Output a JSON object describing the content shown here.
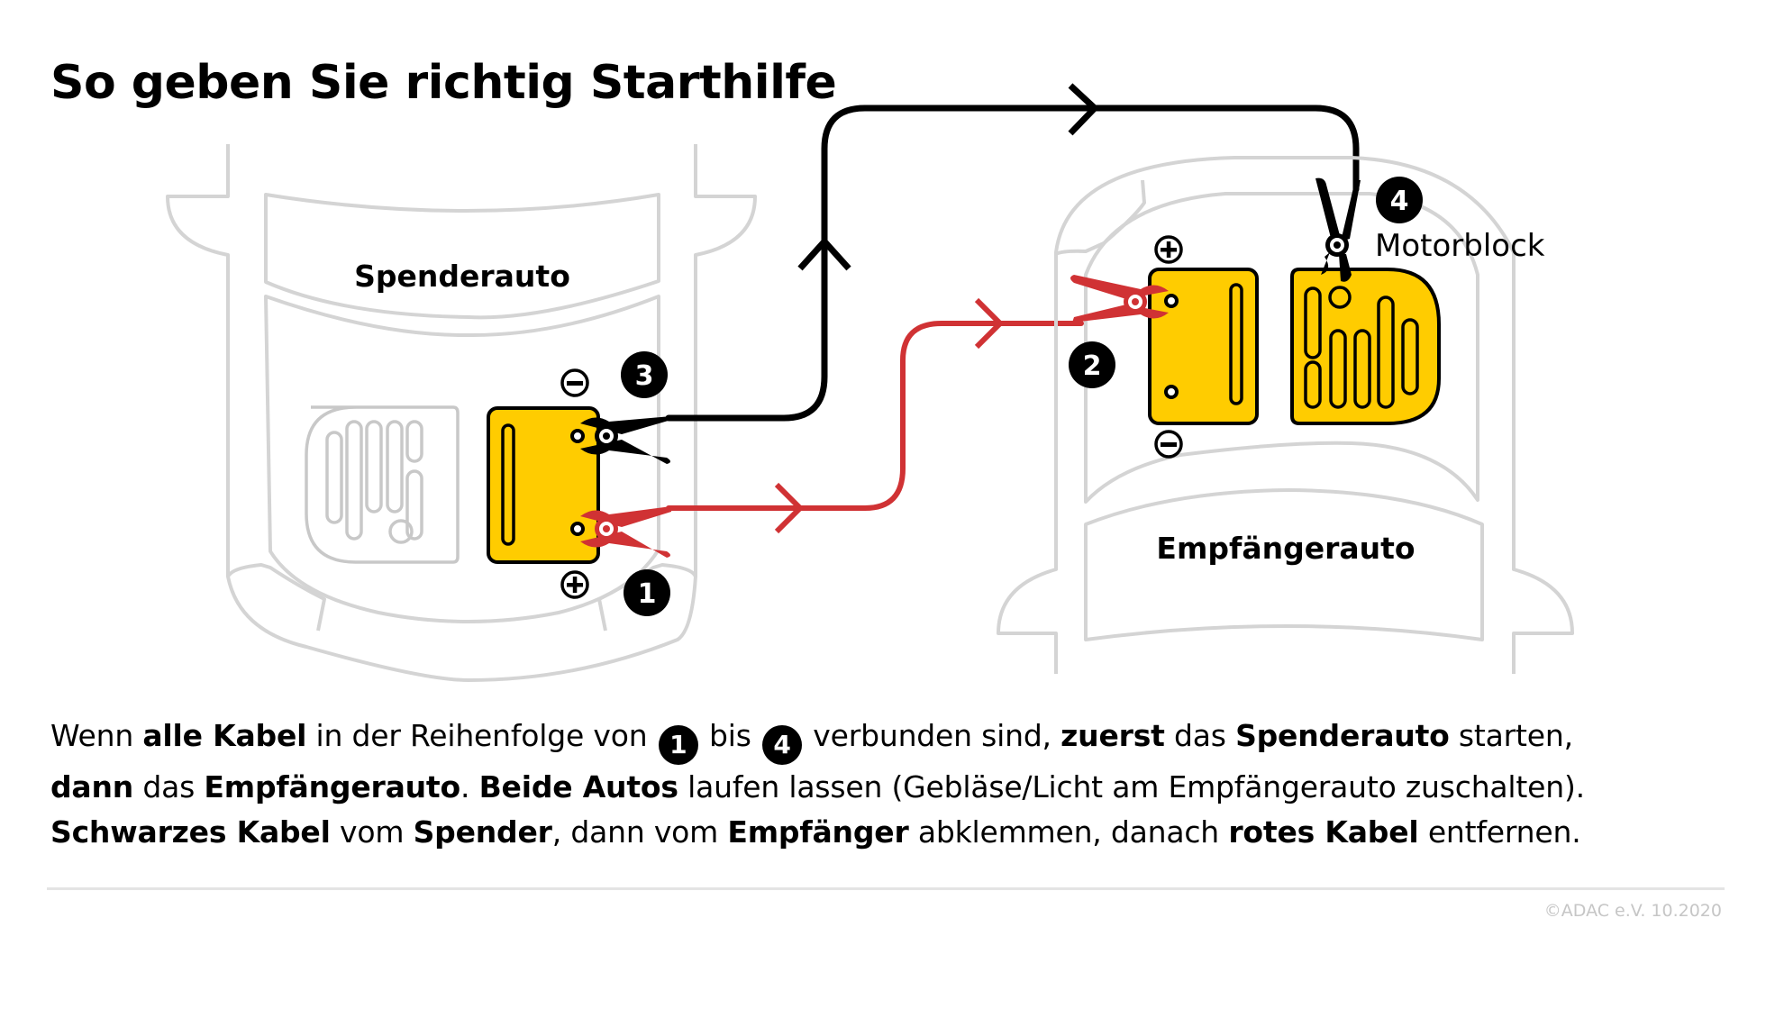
{
  "title": "So geben Sie richtig Starthilfe",
  "colors": {
    "battery_yellow": "#FFCC00",
    "cable_red": "#D03234",
    "cable_black": "#000000",
    "car_outline_gray": "#D4D4D4",
    "text": "#000000",
    "footer_gray": "#C6C6C6"
  },
  "diagram": {
    "donor_car": {
      "label": "Spenderauto",
      "minus_symbol": "⊖",
      "plus_symbol": "⊕"
    },
    "recipient_car": {
      "label": "Empfängerauto",
      "minus_symbol": "⊖",
      "plus_symbol": "⊕",
      "engine_block_label": "Motorblock"
    },
    "steps": [
      {
        "number": "1",
        "description": "Red cable to donor + terminal"
      },
      {
        "number": "2",
        "description": "Red cable to recipient + terminal"
      },
      {
        "number": "3",
        "description": "Black cable to donor − terminal"
      },
      {
        "number": "4",
        "description": "Black cable to recipient engine block"
      }
    ],
    "cables": [
      {
        "name": "red-cable",
        "color": "#D03234"
      },
      {
        "name": "black-cable",
        "color": "#000000"
      }
    ]
  },
  "instructions": {
    "line1": [
      {
        "t": "Wenn ",
        "b": false
      },
      {
        "t": "alle Kabel",
        "b": true
      },
      {
        "t": " in der Reihenfolge von ",
        "b": false
      },
      {
        "num": "1"
      },
      {
        "t": " bis ",
        "b": false
      },
      {
        "num": "4"
      },
      {
        "t": " verbunden sind, ",
        "b": false
      },
      {
        "t": "zuerst",
        "b": true
      },
      {
        "t": " das ",
        "b": false
      },
      {
        "t": "Spenderauto",
        "b": true
      },
      {
        "t": " starten,",
        "b": false
      }
    ],
    "line2": [
      {
        "t": "dann",
        "b": true
      },
      {
        "t": " das ",
        "b": false
      },
      {
        "t": "Empfängerauto",
        "b": true
      },
      {
        "t": ". ",
        "b": false
      },
      {
        "t": "Beide Autos",
        "b": true
      },
      {
        "t": " laufen lassen (Gebläse/Licht am Empfängerauto zuschalten).",
        "b": false
      }
    ],
    "line3": [
      {
        "t": "Schwarzes Kabel",
        "b": true
      },
      {
        "t": " vom ",
        "b": false
      },
      {
        "t": "Spender",
        "b": true
      },
      {
        "t": ", dann vom ",
        "b": false
      },
      {
        "t": "Empfänger",
        "b": true
      },
      {
        "t": " abklemmen, danach ",
        "b": false
      },
      {
        "t": "rotes Kabel",
        "b": true
      },
      {
        "t": " entfernen.",
        "b": false
      }
    ]
  },
  "footer": {
    "copyright": "©ADAC e.V.  10.2020"
  }
}
